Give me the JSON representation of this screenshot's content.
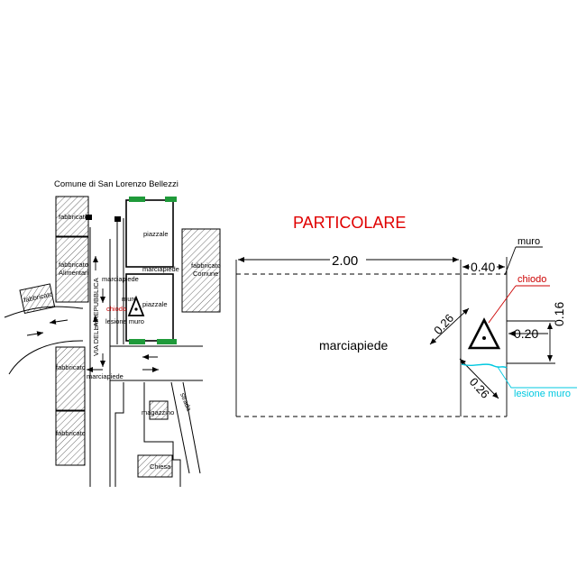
{
  "site_map": {
    "title": "Comune di San Lorenzo Bellezzi",
    "labels": {
      "fabbricato_1": "fabbricato",
      "fabbricato_alimentari": "fabbricato",
      "alimentari": "Alimentari",
      "fabbricato_left": "fabbricato",
      "fabbricato_lower_1": "fabbricato",
      "fabbricato_lower_2": "fabbricato",
      "piazzale_top": "piazzale",
      "piazzale_bottom": "piazzale",
      "marciapiede_top": "marciapiede",
      "marciapiede_left": "marciapiede",
      "marciapiede_street": "marciapiede",
      "fabbricato_comune": "fabbricato",
      "comune": "Comune",
      "muro": "muro",
      "chiodo": "chiodo",
      "lesione_muro": "lesione muro",
      "via": "VIA DELLA REPUBBLICA",
      "strada": "strada",
      "magazzino": "magazzino",
      "chiesa": "Chiesa"
    }
  },
  "detail": {
    "title": "PARTICOLARE",
    "marciapiede": "marciapiede",
    "muro": "muro",
    "chiodo": "chiodo",
    "lesione_muro": "lesione muro",
    "dim_length": "2.00",
    "dim_040": "0.40",
    "dim_020": "0.20",
    "dim_016": "0.16",
    "dim_026_a": "0.26",
    "dim_026_b": "0.26"
  },
  "colors": {
    "line": "#000000",
    "title_red": "#e00000",
    "chiodo_red": "#cc0000",
    "lesione_cyan": "#00c8e0",
    "marker_green": "#1f9a3a",
    "hatch": "#6a6a6a"
  }
}
